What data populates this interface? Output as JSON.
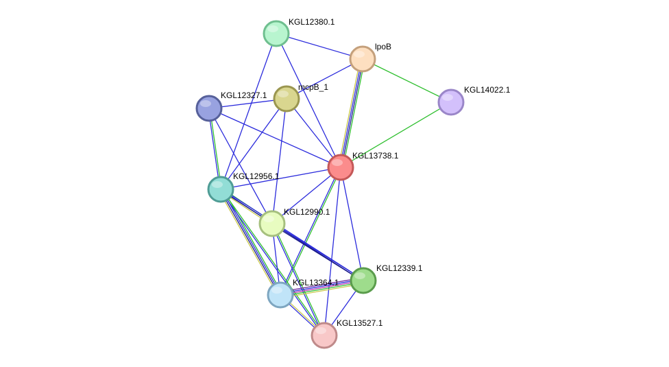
{
  "colors": {
    "blue": "#2b2bdc",
    "green": "#2fbf2f",
    "yellow": "#c8c84a",
    "darkblue": "#1a1a8c",
    "magenta": "#b030b0",
    "purple": "#6a2aa0"
  },
  "nodes": [
    {
      "id": "KGL12380.1",
      "label": "KGL12380.1",
      "fill": "#b8f5cf",
      "stroke": "#6fbf8f"
    },
    {
      "id": "lpoB",
      "label": "lpoB",
      "fill": "#fddfc0",
      "stroke": "#c4a07c"
    },
    {
      "id": "KGL14022.1",
      "label": "KGL14022.1",
      "fill": "#d3c0fb",
      "stroke": "#9a86c8"
    },
    {
      "id": "mcpB_1",
      "label": "mcpB_1",
      "fill": "#d9d68f",
      "stroke": "#9a9650"
    },
    {
      "id": "KGL12327.1",
      "label": "KGL12327.1",
      "fill": "#98a2e0",
      "stroke": "#56609a"
    },
    {
      "id": "KGL13738.1",
      "label": "KGL13738.1",
      "fill": "#fb8c8c",
      "stroke": "#c45858"
    },
    {
      "id": "KGL12956.1",
      "label": "KGL12956.1",
      "fill": "#92ddd6",
      "stroke": "#4f9c95"
    },
    {
      "id": "KGL12990.1",
      "label": "KGL12990.1",
      "fill": "#e8fcc0",
      "stroke": "#a6c07e"
    },
    {
      "id": "KGL12339.1",
      "label": "KGL12339.1",
      "fill": "#9edc8c",
      "stroke": "#5a9c4c"
    },
    {
      "id": "KGL13364.1",
      "label": "KGL13364.1",
      "fill": "#c0e4f8",
      "stroke": "#7ea6c0"
    },
    {
      "id": "KGL13527.1",
      "label": "KGL13527.1",
      "fill": "#f8c8c8",
      "stroke": "#bf8a8a"
    }
  ],
  "edges": [
    {
      "source": "KGL12380.1",
      "target": "lpoB",
      "channels": [
        "blue"
      ]
    },
    {
      "source": "KGL12380.1",
      "target": "KGL13738.1",
      "channels": [
        "blue"
      ]
    },
    {
      "source": "KGL12380.1",
      "target": "KGL12956.1",
      "channels": [
        "blue"
      ]
    },
    {
      "source": "lpoB",
      "target": "KGL14022.1",
      "channels": [
        "green"
      ]
    },
    {
      "source": "lpoB",
      "target": "mcpB_1",
      "channels": [
        "blue"
      ]
    },
    {
      "source": "lpoB",
      "target": "KGL13738.1",
      "channels": [
        "green",
        "darkblue",
        "blue",
        "yellow"
      ]
    },
    {
      "source": "KGL14022.1",
      "target": "KGL13738.1",
      "channels": [
        "green"
      ]
    },
    {
      "source": "mcpB_1",
      "target": "KGL12327.1",
      "channels": [
        "blue"
      ]
    },
    {
      "source": "mcpB_1",
      "target": "KGL13738.1",
      "channels": [
        "blue"
      ]
    },
    {
      "source": "mcpB_1",
      "target": "KGL12956.1",
      "channels": [
        "blue"
      ]
    },
    {
      "source": "mcpB_1",
      "target": "KGL12990.1",
      "channels": [
        "blue"
      ]
    },
    {
      "source": "KGL12327.1",
      "target": "KGL13738.1",
      "channels": [
        "blue"
      ]
    },
    {
      "source": "KGL12327.1",
      "target": "KGL12956.1",
      "channels": [
        "green",
        "blue"
      ]
    },
    {
      "source": "KGL12327.1",
      "target": "KGL12990.1",
      "channels": [
        "blue"
      ]
    },
    {
      "source": "KGL13738.1",
      "target": "KGL12956.1",
      "channels": [
        "blue"
      ]
    },
    {
      "source": "KGL13738.1",
      "target": "KGL12990.1",
      "channels": [
        "blue"
      ]
    },
    {
      "source": "KGL13738.1",
      "target": "KGL12339.1",
      "channels": [
        "blue"
      ]
    },
    {
      "source": "KGL13738.1",
      "target": "KGL13364.1",
      "channels": [
        "green",
        "blue"
      ]
    },
    {
      "source": "KGL13738.1",
      "target": "KGL13527.1",
      "channels": [
        "blue"
      ]
    },
    {
      "source": "KGL12956.1",
      "target": "KGL12990.1",
      "channels": [
        "green",
        "blue",
        "yellow"
      ]
    },
    {
      "source": "KGL12956.1",
      "target": "KGL12339.1",
      "channels": [
        "blue",
        "darkblue"
      ]
    },
    {
      "source": "KGL12956.1",
      "target": "KGL13364.1",
      "channels": [
        "green",
        "blue",
        "darkblue",
        "yellow"
      ]
    },
    {
      "source": "KGL12956.1",
      "target": "KGL13527.1",
      "channels": [
        "green",
        "blue"
      ]
    },
    {
      "source": "KGL12990.1",
      "target": "KGL12339.1",
      "channels": [
        "blue",
        "darkblue"
      ]
    },
    {
      "source": "KGL12990.1",
      "target": "KGL13364.1",
      "channels": [
        "blue"
      ]
    },
    {
      "source": "KGL12990.1",
      "target": "KGL13527.1",
      "channels": [
        "green",
        "blue"
      ]
    },
    {
      "source": "KGL12339.1",
      "target": "KGL13364.1",
      "channels": [
        "yellow",
        "green",
        "magenta",
        "blue",
        "purple"
      ]
    },
    {
      "source": "KGL12339.1",
      "target": "KGL13527.1",
      "channels": [
        "blue"
      ]
    },
    {
      "source": "KGL13364.1",
      "target": "KGL13527.1",
      "channels": [
        "yellow",
        "blue"
      ]
    }
  ]
}
